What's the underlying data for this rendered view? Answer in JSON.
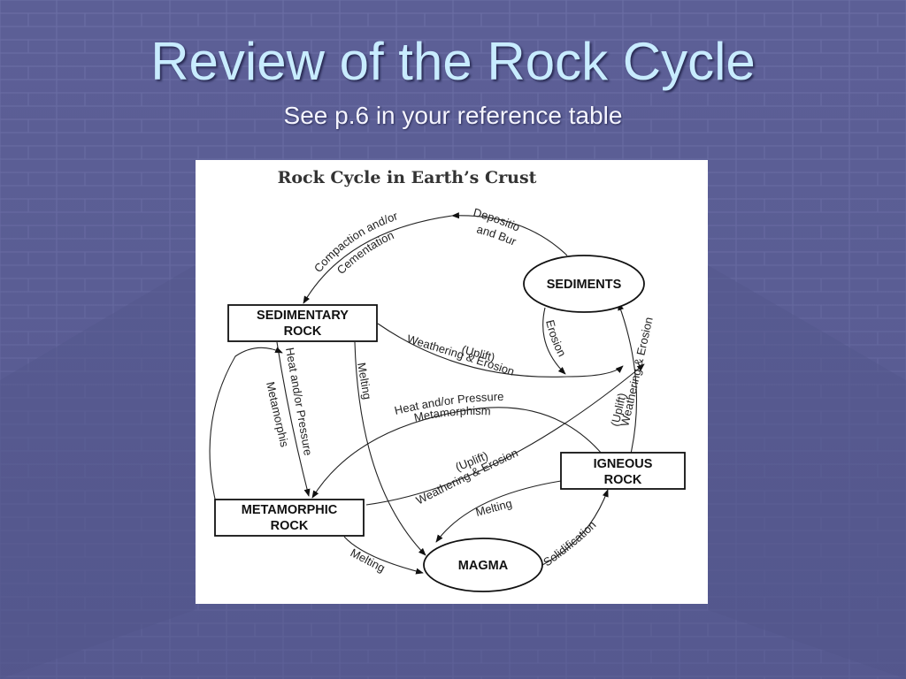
{
  "slide": {
    "title": "Review of the Rock Cycle",
    "subtitle": "See p.6 in your reference table"
  },
  "diagram": {
    "title": "Rock Cycle in Earth’s Crust",
    "nodes": {
      "sedimentary_line1": "SEDIMENTARY",
      "sedimentary_line2": "ROCK",
      "sediments": "SEDIMENTS",
      "metamorphic_line1": "METAMORPHIC",
      "metamorphic_line2": "ROCK",
      "igneous_line1": "IGNEOUS",
      "igneous_line2": "ROCK",
      "magma": "MAGMA"
    },
    "edges": {
      "deposition_line1": "Deposition",
      "deposition_line2": "and Burial",
      "compaction_line1": "Compaction and/or",
      "compaction_line2": "Cementation",
      "erosion": "Erosion",
      "sed_uplift": "(Uplift)",
      "sed_weathering": "Weathering & Erosion",
      "sed_heat_line1": "Heat and/or Pressure",
      "sed_heat_line2": "Metamorphism",
      "sed_melting": "Melting",
      "ign_heat_line1": "Heat and/or Pressure",
      "ign_heat_line2": "Metamorphism",
      "met_uplift": "(Uplift)",
      "met_weathering": "Weathering & Erosion",
      "ign_uplift": "(Uplift)",
      "ign_weathering": "Weathering & Erosion",
      "ign_melting": "Melting",
      "met_melting": "Melting",
      "solidification": "Solidification"
    }
  }
}
